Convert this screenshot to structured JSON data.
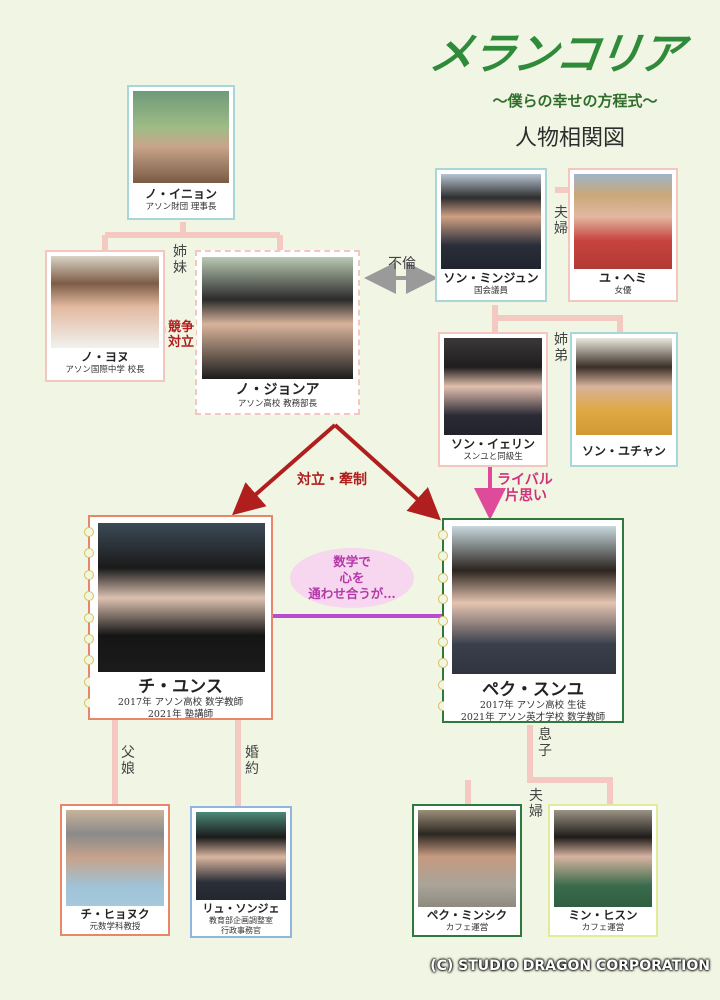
{
  "header": {
    "logo": "メランコリア",
    "subtitle": "〜僕らの幸せの方程式〜",
    "title": "人物相関図"
  },
  "characters": {
    "no_inyon": {
      "name": "ノ・イニョン",
      "role1": "アソン財団 理事長"
    },
    "no_yonu": {
      "name": "ノ・ヨヌ",
      "role1": "アソン国際中学 校長"
    },
    "no_jonga": {
      "name": "ノ・ジョンア",
      "role1": "アソン高校 教務部長"
    },
    "son_minjun": {
      "name": "ソン・ミンジュン",
      "role1": "国会議員"
    },
    "yu_hemi": {
      "name": "ユ・ヘミ",
      "role1": "女優"
    },
    "son_yerin": {
      "name": "ソン・イェリン",
      "role1": "スンユと同級生"
    },
    "son_yuchan": {
      "name": "ソン・ユチャン"
    },
    "chi_yunsu": {
      "name": "チ・ユンス",
      "role1": "2017年 アソン高校 数学教師",
      "role2": "2021年 塾講師"
    },
    "pek_sunyu": {
      "name": "ペク・スンユ",
      "role1": "2017年 アソン高校 生徒",
      "role2": "2021年 アソン英才学校 数学教師"
    },
    "chi_hyonku": {
      "name": "チ・ヒョヌク",
      "role1": "元数学科教授"
    },
    "ryu_sonje": {
      "name": "リュ・ソンジェ",
      "role1": "教育部企画調整室",
      "role2": "行政事務官"
    },
    "pek_minshiku": {
      "name": "ペク・ミンシク",
      "role1": "カフェ運営"
    },
    "min_hisun": {
      "name": "ミン・ヒスン",
      "role1": "カフェ運営"
    }
  },
  "relations": {
    "sisters": "姉妹",
    "rivalry": "競争対立",
    "affair": "不倫",
    "couple_son": "夫婦",
    "siblings": "姉弟",
    "conflict": "対立・牽制",
    "rival": "ライバル",
    "crush": "片思い",
    "bubble_line1": "数学で",
    "bubble_line2": "心を",
    "bubble_line3": "通わせ合うが…",
    "father_daughter": "父娘",
    "engaged": "婚約",
    "son": "息子",
    "couple_pek": "夫婦"
  },
  "footer": {
    "copyright": "(C) STUDIO DRAGON CORPORATION"
  },
  "colors": {
    "background": "#f1f6e4",
    "line": "#f3c9c2",
    "conflict_arrow": "#b01e1e",
    "crush_arrow": "#e04a9a",
    "bond_line": "#b84bd0",
    "affair_arrow": "#9a9a9a"
  }
}
